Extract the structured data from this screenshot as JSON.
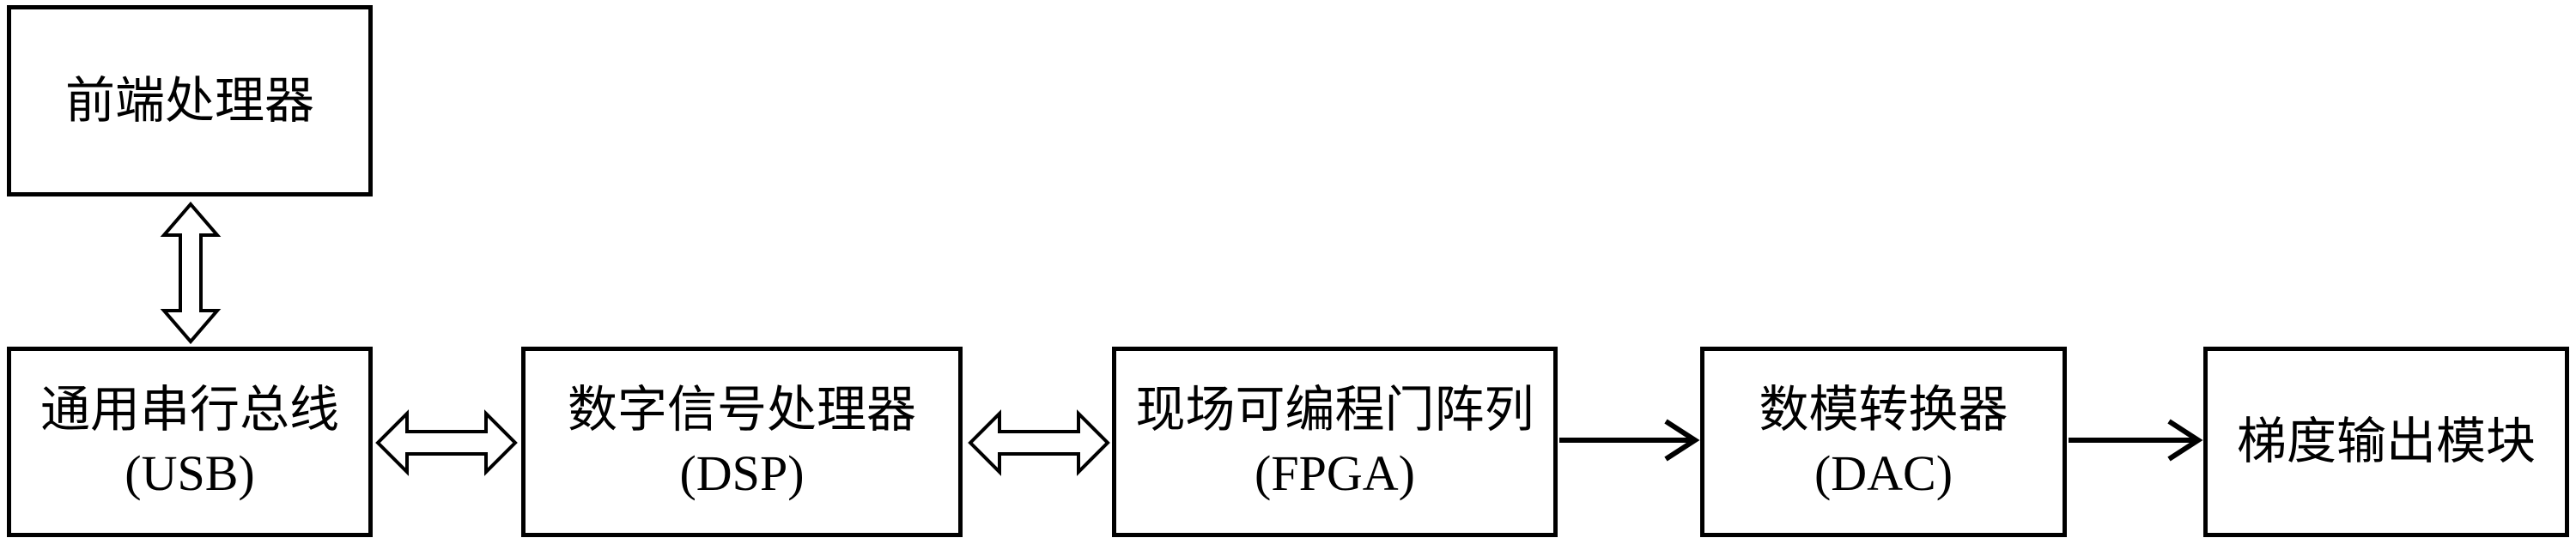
{
  "nodes": {
    "frontend": {
      "label": "前端处理器"
    },
    "usb": {
      "label": "通用串行总线",
      "abbr": "(USB)"
    },
    "dsp": {
      "label": "数字信号处理器",
      "abbr": "(DSP)"
    },
    "fpga": {
      "label": "现场可编程门阵列",
      "abbr": "(FPGA)"
    },
    "dac": {
      "label": "数模转换器",
      "abbr": "(DAC)"
    },
    "gradient": {
      "label": "梯度输出模块"
    }
  },
  "colors": {
    "stroke": "#000000",
    "background": "#ffffff"
  }
}
